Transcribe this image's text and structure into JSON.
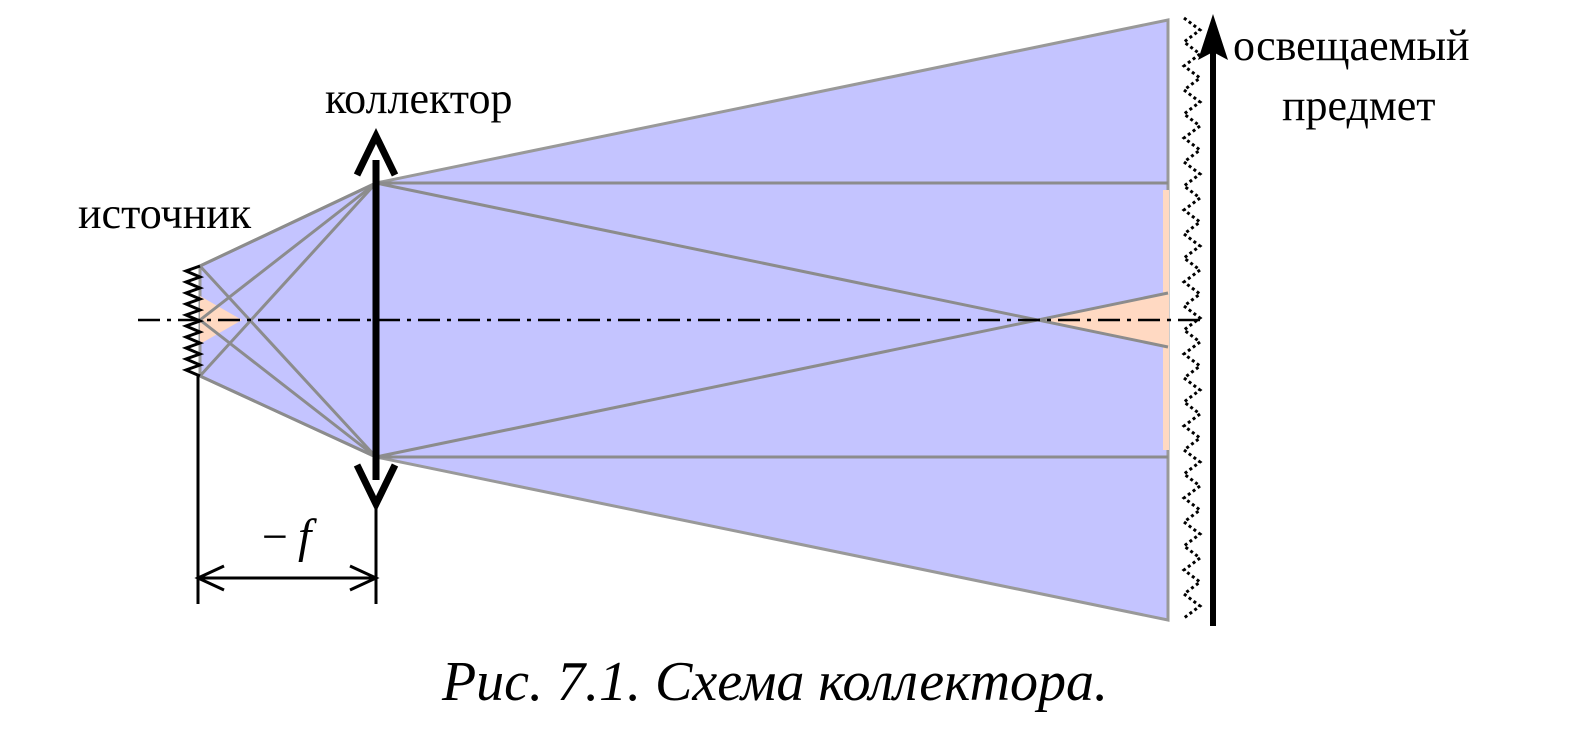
{
  "labels": {
    "lens": "коллектор",
    "source": "источник",
    "object_line1": "освещаемый",
    "object_line2": "предмет",
    "focal_minus": "−",
    "focal_symbol": "f"
  },
  "caption": "Рис. 7.1. Схема коллектора.",
  "colors": {
    "beam": "#c4c4ff",
    "beam_edge": "#999999",
    "source_image": "#ffd9c2",
    "rays": "#8c8c8c",
    "ink": "#000000",
    "background": "#ffffff"
  }
}
